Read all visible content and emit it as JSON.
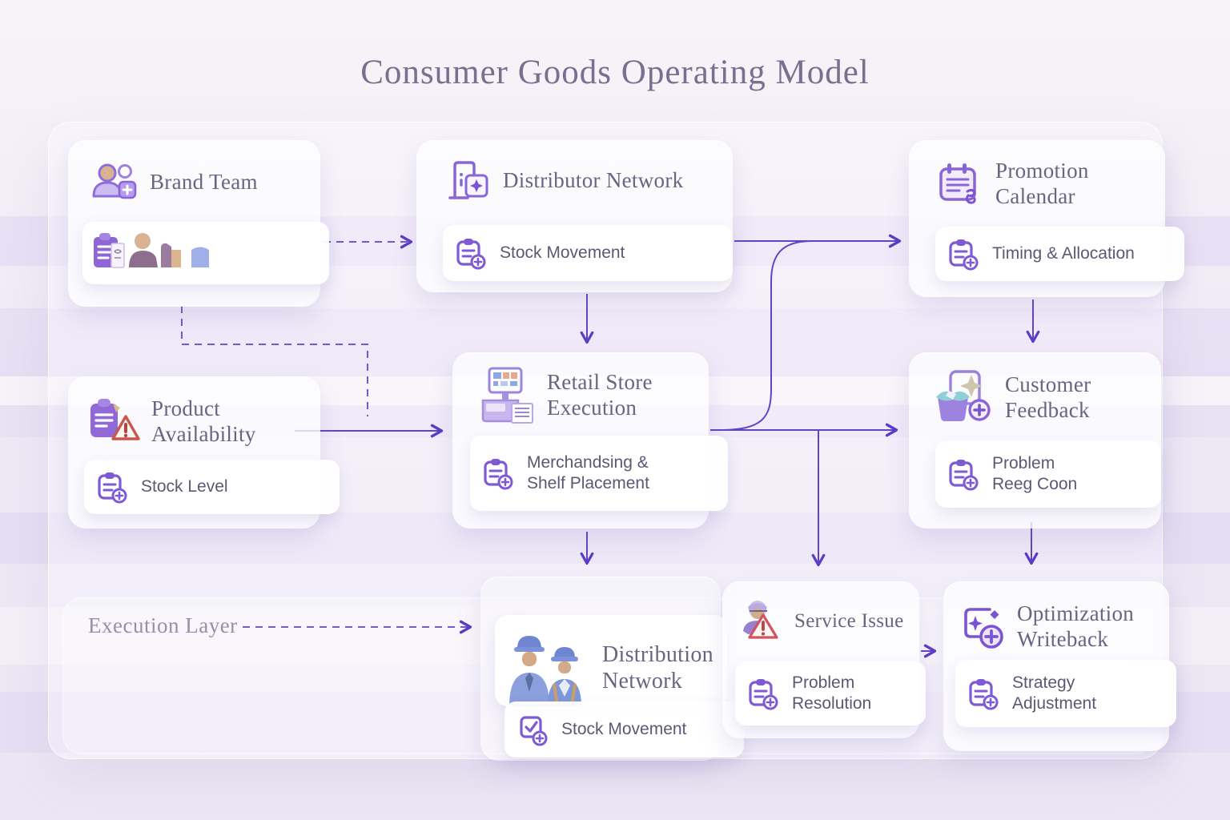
{
  "title": "Consumer Goods Operating Model",
  "labels": {
    "execution_layer": "Execution Layer"
  },
  "nodes": {
    "brand_team": {
      "title": "Brand Team"
    },
    "distributor_network": {
      "title": "Distributor Network",
      "sub": "Stock Movement"
    },
    "promotion_calendar": {
      "title": "Promotion Calendar",
      "sub": "Timing & Allocation"
    },
    "product_availability": {
      "title": "Product Availability",
      "sub": "Stock Level"
    },
    "retail_store_execution": {
      "title": "Retail Store Execution",
      "sub": "Merchandsing & Shelf Placement"
    },
    "customer_feedback": {
      "title": "Customer Feedback",
      "sub": "Problem Reeg Coon"
    },
    "distribution_network": {
      "title": "Distribution Network",
      "sub": "Stock Movement"
    },
    "service_issue": {
      "title": "Service Issue",
      "sub": "Problem Resolution"
    },
    "optimization_writeback": {
      "title": "Optimization Writeback",
      "sub": "Strategy Adjustment"
    }
  },
  "icons": {
    "brand_team": "people-plus-icon",
    "distributor_network": "building-plus-icon",
    "promotion_calendar": "calendar-ribbon-icon",
    "product_availability": "clipboard-warning-icon",
    "retail_store_execution": "pos-terminal-icon",
    "customer_feedback": "basket-star-plus-icon",
    "distribution_network": "workers-illustration",
    "service_issue": "person-warning-icon",
    "optimization_writeback": "sparkle-writeback-icon",
    "sub_item": "clipboard-badge-icon"
  },
  "colors": {
    "background": "#efe9f5",
    "accent_purple": "#8a65d8",
    "arrow": "#6343c5",
    "page_title": "#77708f",
    "node_title": "#6b6380",
    "sub_text": "#5e5774",
    "warning_red": "#c8584e",
    "card": "#fdfcff"
  }
}
